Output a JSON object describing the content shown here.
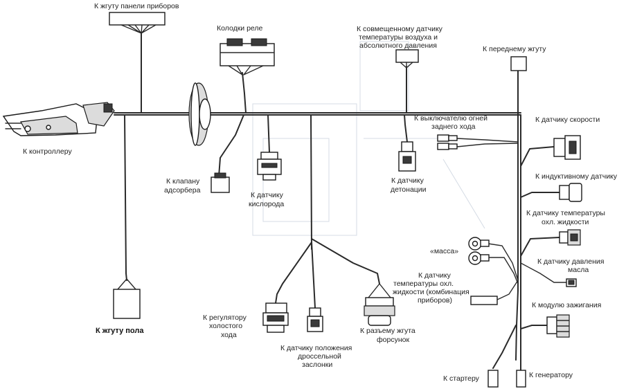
{
  "labels": {
    "instrument_panel": "К жгуту панели приборов",
    "relay_blocks": "Колодки реле",
    "air_sensor_1": "К совмещенному датчику",
    "air_sensor_2": "температуры воздуха и",
    "air_sensor_3": "абсолютного давления",
    "front_harness": "К переднему жгуту",
    "controller": "К контроллеру",
    "reverse_lamp_1": "К выключателю огней",
    "reverse_lamp_2": "заднего хода",
    "speed_sensor": "К датчику скорости",
    "inductive_sensor": "К индуктивному датчику",
    "coolant_temp_1": "К датчику температуры",
    "coolant_temp_2": "охл. жидкости",
    "canister_valve_1": "К клапану",
    "canister_valve_2": "адсорбера",
    "oxygen_sensor_1": "К датчику",
    "oxygen_sensor_2": "кислорода",
    "knock_sensor_1": "К датчику",
    "knock_sensor_2": "детонации",
    "ground": "«масса»",
    "oil_pressure_1": "К датчику давления",
    "oil_pressure_2": "масла",
    "coolant_combo_1": "К датчику",
    "coolant_combo_2": "температуры охл.",
    "coolant_combo_3": "жидкости (комбинация",
    "coolant_combo_4": "приборов)",
    "ignition_module": "К модулю зажигания",
    "floor_harness": "К жгуту пола",
    "idle_reg_1": "К регулятору",
    "idle_reg_2": "холостого",
    "idle_reg_3": "хода",
    "throttle_1": "К датчику положения",
    "throttle_2": "дроссельной",
    "throttle_3": "заслонки",
    "injector_1": "К разъему жгута",
    "injector_2": "форсунок",
    "starter": "К стартеру",
    "generator": "К генератору"
  }
}
